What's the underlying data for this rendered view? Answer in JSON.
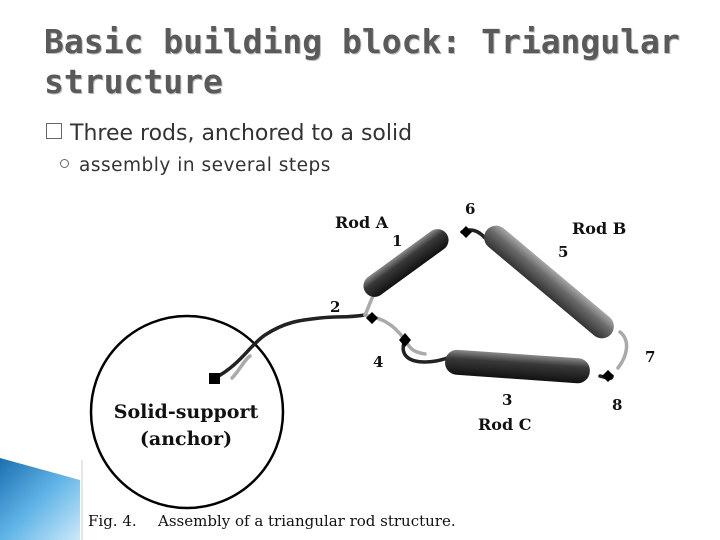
{
  "slide": {
    "title": "Basic building block:  Triangular structure",
    "bullets": [
      {
        "text": "Three rods, anchored to a solid"
      },
      {
        "text": "assembly in several steps"
      }
    ]
  },
  "figure": {
    "rod_a": "Rod A",
    "rod_b": "Rod B",
    "rod_c": "Rod C",
    "anchor_line1": "Solid-support",
    "anchor_line2": "(anchor)",
    "steps": [
      "1",
      "2",
      "3",
      "4",
      "5",
      "6",
      "7",
      "8"
    ],
    "caption_label": "Fig. 4.",
    "caption_text": "Assembly of a triangular rod structure."
  }
}
